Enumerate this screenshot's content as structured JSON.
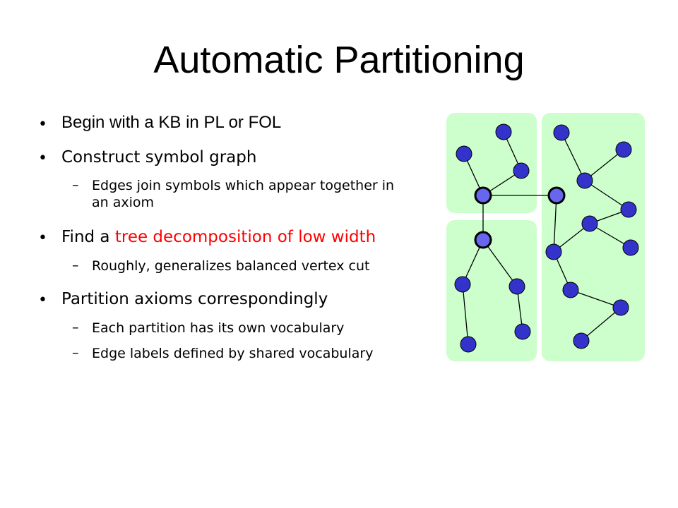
{
  "slide": {
    "title": "Automatic Partitioning",
    "bullets": [
      {
        "text": "Begin with a KB in PL or FOL"
      },
      {
        "text": "Construct symbol graph",
        "sub": [
          "Edges join symbols which appear together in an axiom"
        ]
      },
      {
        "text_pre": "Find a ",
        "text_highlight": "tree decomposition of low width",
        "sub": [
          "Roughly, generalizes balanced vertex cut"
        ]
      },
      {
        "text": "Partition axioms correspondingly",
        "sub": [
          "Each partition has its own vocabulary",
          "Edge labels defined by shared vocabulary"
        ]
      }
    ],
    "bullet_symbol": "•",
    "dash_symbol": "–"
  },
  "colors": {
    "highlight": "#ff0000",
    "partition_fill": "#ccffcc",
    "node_fill": "#3333cc",
    "shared_node_fill": "#6666ee"
  }
}
